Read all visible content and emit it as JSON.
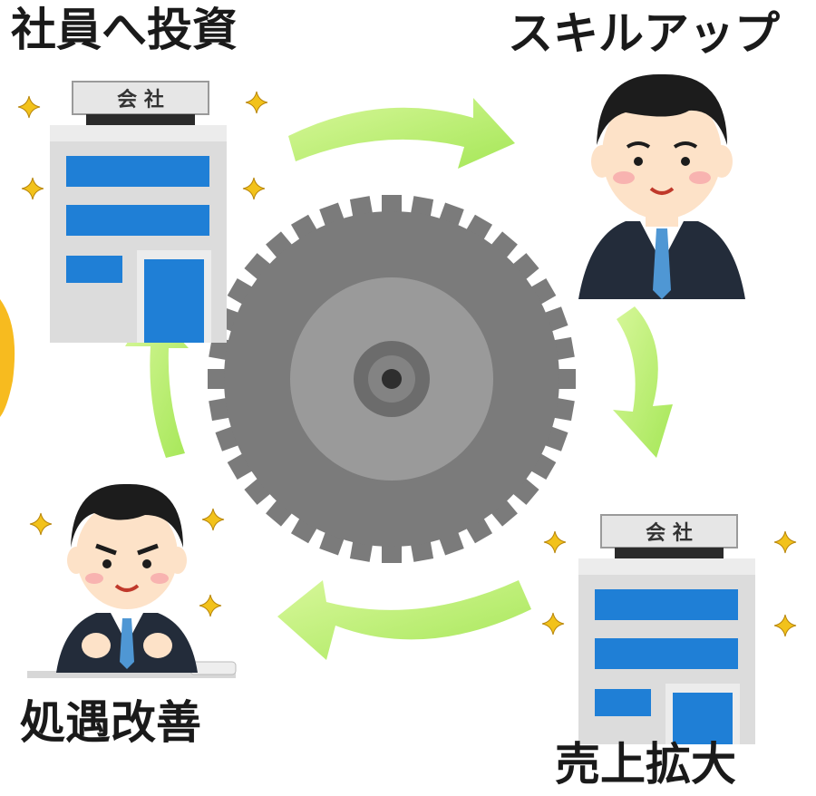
{
  "labels": {
    "invest": "社員へ投資",
    "skillup": "スキルアップ",
    "sales": "売上拡大",
    "treatment": "処遇改善"
  },
  "sign_text": {
    "top_left": "会 社",
    "bottom_right": "会 社"
  },
  "colors": {
    "arrow": "#b6ef6a",
    "gear_outer": "#7b7b7b",
    "gear_inner": "#9a9a9a",
    "building_window": "#1f7fd6",
    "suit": "#232c3a",
    "tie": "#4f97d4",
    "skin": "#fde2c8",
    "sparkle": "#f2c21b"
  },
  "icons": [
    "company-building-icon",
    "businessman-icon",
    "determined-businessman-icon",
    "gear-icon",
    "cycle-arrow-icon",
    "sparkle-icon"
  ]
}
